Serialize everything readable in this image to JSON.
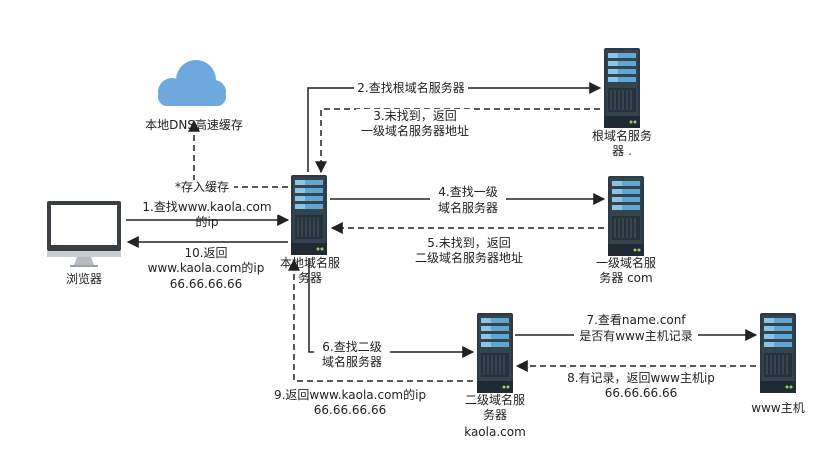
{
  "nodes": {
    "cache": "本地DNS高速缓存",
    "browser": "浏览器",
    "local": [
      "本地域名服",
      "务器"
    ],
    "root": [
      "根域名服务",
      "器 ."
    ],
    "tld": [
      "一级域名服",
      "务器 com"
    ],
    "sld": [
      "二级域名服",
      "务器",
      "kaola.com"
    ],
    "host": "www主机"
  },
  "steps": {
    "s1": [
      "1.查找www.kaola.com",
      "的ip"
    ],
    "s2": "2.查找根域名服务器",
    "s3": [
      "3.未找到，返回",
      "一级域名服务器地址"
    ],
    "store": "*存入缓存",
    "s4": [
      "4.查找一级",
      "域名服务器"
    ],
    "s5": [
      "5.未找到，返回",
      "二级域名服务器地址"
    ],
    "s6": [
      "6.查找二级",
      "域名服务器"
    ],
    "s7": [
      "7.查看name.conf",
      "是否有www主机记录"
    ],
    "s8": [
      "8.有记录，返回www主机ip",
      "66.66.66.66"
    ],
    "s9": [
      "9.返回www.kaola.com的ip",
      "66.66.66.66"
    ],
    "s10": [
      "10.返回",
      "www.kaola.com的ip",
      "66.66.66.66"
    ]
  },
  "colors": {
    "server_dark": "#2b3a46",
    "server_mid": "#3d4e5b",
    "server_bar": "#5fa8d3",
    "cloud": "#6fa8dc",
    "monitor_frame": "#3a3f44",
    "line": "#222222"
  }
}
